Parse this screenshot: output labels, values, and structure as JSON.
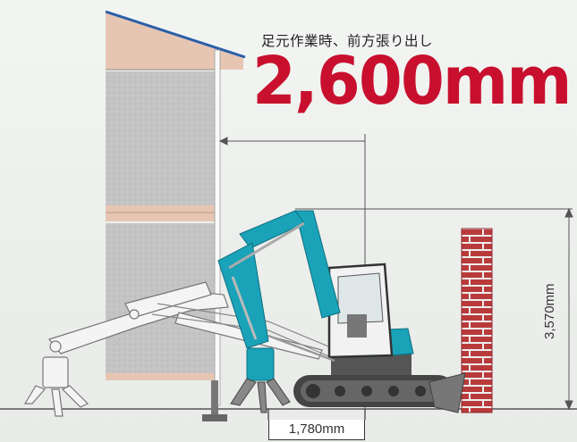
{
  "headline": {
    "caption": "足元作業時、前方張り出し",
    "value": "2,600mm"
  },
  "dimensions": {
    "height": "3,570mm",
    "ground_offset": "1,780mm"
  },
  "colors": {
    "accent_red": "#c8102e",
    "machine_teal": "#1aa3b8",
    "brick": "#b93a3a",
    "roof_blue": "#2a5fa8"
  }
}
